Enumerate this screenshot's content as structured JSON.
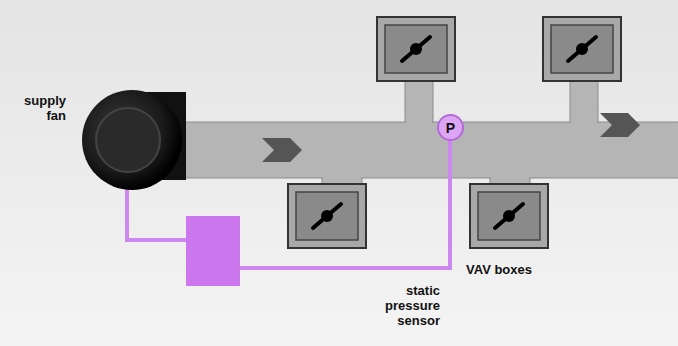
{
  "diagram": {
    "nodes": [
      {
        "text": [
          "P"
        ]
      }
    ],
    "labels": [
      "supply fan",
      "VAV boxes",
      "static pressure sensor"
    ]
  }
}
